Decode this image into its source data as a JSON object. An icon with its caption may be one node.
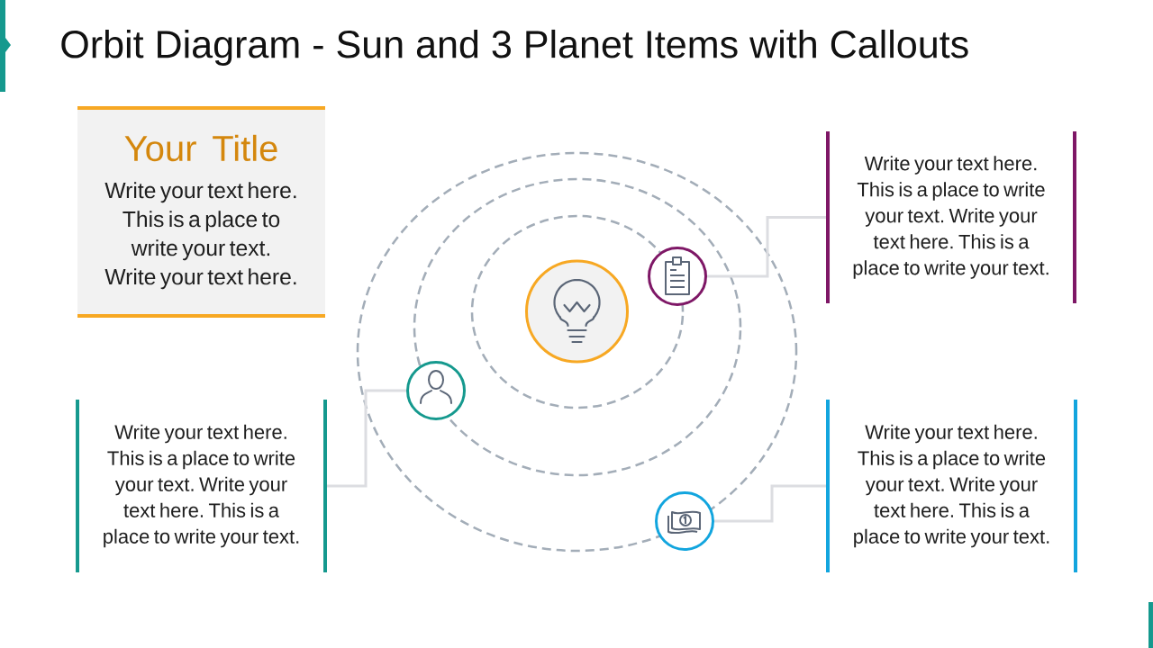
{
  "diagram": {
    "title": "Orbit Diagram - Sun and 3 Planet Items with Callouts",
    "nodes": [
      {
        "text": [
          "Your Title",
          "Write your text here. This is a place to write your text. Write your text here."
        ]
      },
      {
        "text": [
          "Write your text here. This is a place to write your text. Write your text here. This is a place to write your text."
        ]
      },
      {
        "text": [
          "Write your text here. This is a place to write your text. Write your text here. This is a place to write your text."
        ]
      },
      {
        "text": [
          "Write your text here. This is a place to write your text. Write your text here. This is a place to write your text."
        ]
      },
      {
        "text": [],
        "shape": "circle"
      },
      {
        "text": [],
        "shape": "circle"
      },
      {
        "text": [],
        "shape": "circle"
      },
      {
        "text": [],
        "shape": "circle"
      }
    ],
    "edges": [
      {
        "from": 5,
        "to": 1,
        "arrow": "none"
      },
      {
        "from": 6,
        "to": 2,
        "arrow": "none"
      },
      {
        "from": 7,
        "to": 3,
        "arrow": "none"
      }
    ]
  }
}
